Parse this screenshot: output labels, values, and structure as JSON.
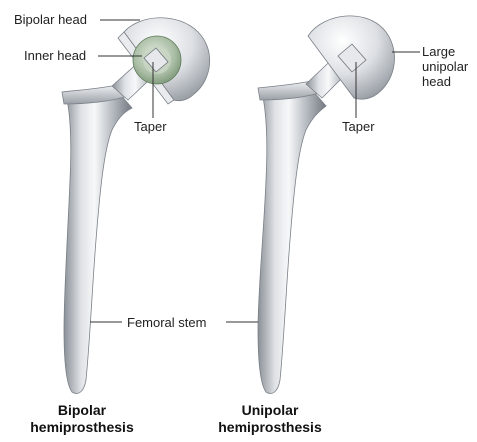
{
  "labels": {
    "bipolar_head": "Bipolar head",
    "inner_head": "Inner head",
    "taper_left": "Taper",
    "large_unipolar_head": [
      "Large",
      "unipolar",
      "head"
    ],
    "taper_right": "Taper",
    "femoral_stem": "Femoral stem"
  },
  "captions": {
    "bipolar": [
      "Bipolar",
      "hemiprosthesis"
    ],
    "unipolar": [
      "Unipolar",
      "hemiprosthesis"
    ]
  },
  "colors": {
    "metal_light": "#f2f4f6",
    "metal_mid": "#c4c8cd",
    "metal_dark": "#7f858c",
    "inner_head_green": "#9fb59a",
    "leader_line": "#333333"
  }
}
